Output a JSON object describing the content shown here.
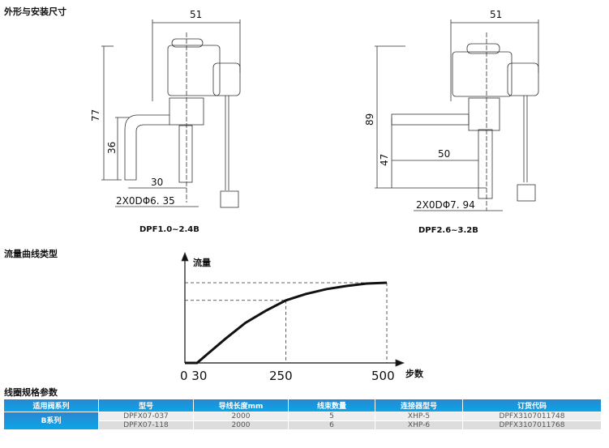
{
  "sections": {
    "dimensions": "外形与安装尺寸",
    "flow_curve": "流量曲线类型",
    "coil_spec": "线圈规格参数"
  },
  "drawing1": {
    "model": "DPF1.0~2.4B",
    "width": "51",
    "height": "77",
    "pipe_height": "36",
    "pipe_spacing": "30",
    "pipe_od": "2X0DΦ6. 35"
  },
  "drawing2": {
    "model": "DPF2.6~3.2B",
    "width": "51",
    "height": "89",
    "pipe_height": "47",
    "pipe_length": "50",
    "pipe_od": "2X0DΦ7. 94"
  },
  "chart_data": {
    "type": "line",
    "ylabel": "流量",
    "xlabel": "步数",
    "x_ticks": [
      "0 30",
      "250",
      "500"
    ],
    "x": [
      0,
      30,
      100,
      150,
      200,
      250,
      300,
      350,
      400,
      450,
      500
    ],
    "y": [
      0,
      0,
      0.3,
      0.5,
      0.65,
      0.78,
      0.86,
      0.92,
      0.96,
      0.99,
      1.0
    ],
    "reference_lines": [
      250,
      500
    ]
  },
  "table": {
    "headers": [
      "适用阀系列",
      "型号",
      "导线长度mm",
      "线束数量",
      "连接器型号",
      "订货代码"
    ],
    "group": "B系列",
    "rows": [
      [
        "DPFX07-037",
        "2000",
        "5",
        "XHP-5",
        "DPFX3107011748"
      ],
      [
        "DPFX07-118",
        "2000",
        "6",
        "XHP-6",
        "DPFX3107011768"
      ]
    ]
  }
}
